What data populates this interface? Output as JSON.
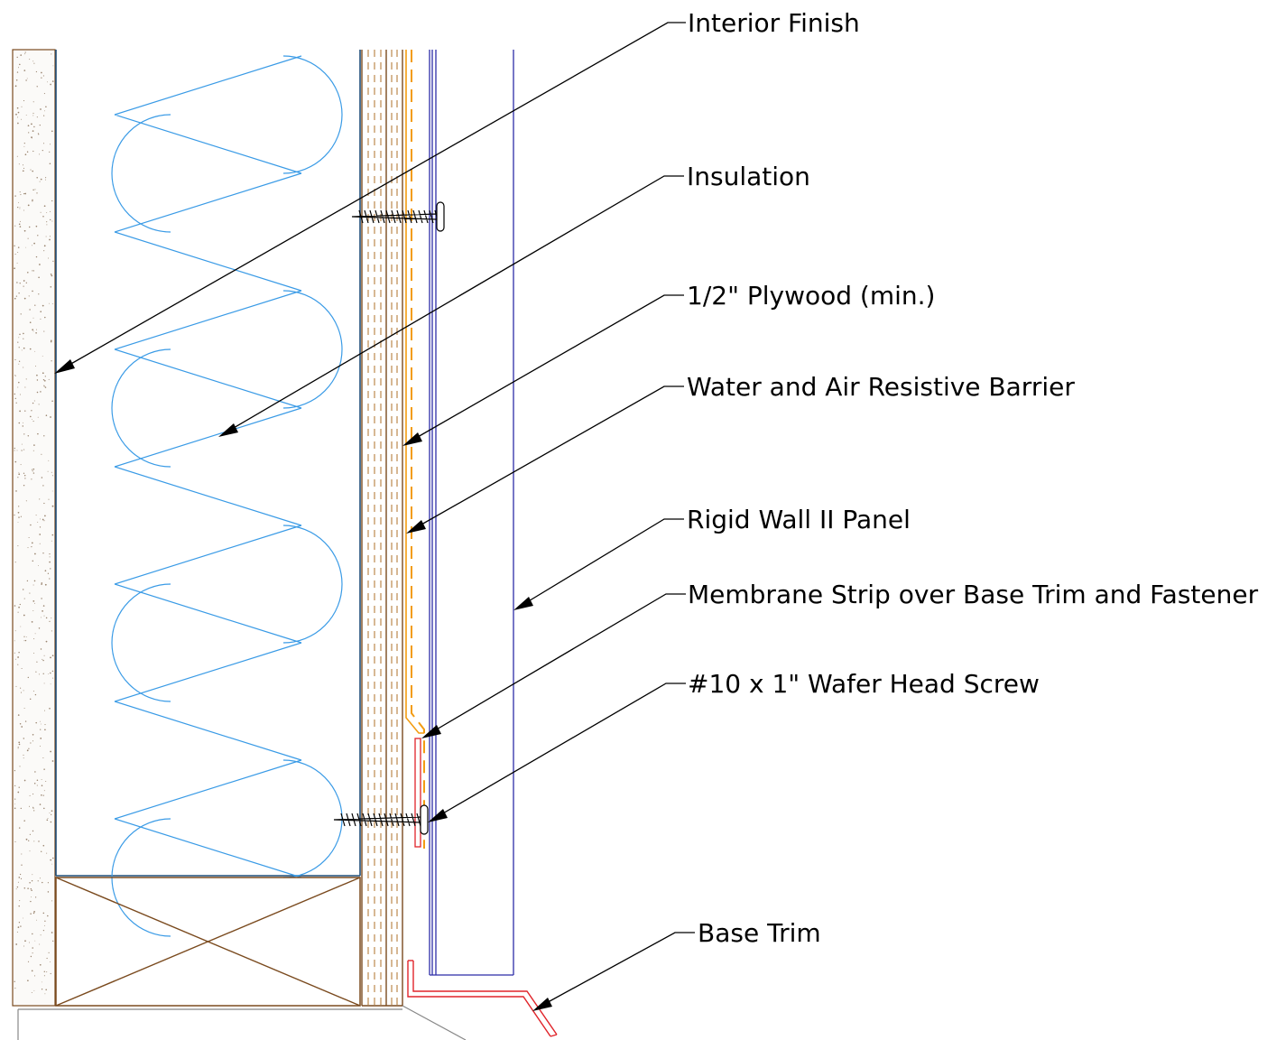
{
  "callouts": {
    "interior_finish": "Interior Finish",
    "insulation": "Insulation",
    "plywood": "1/2\" Plywood (min.)",
    "wrb": "Water and Air Resistive Barrier",
    "panel": "Rigid Wall II Panel",
    "membrane": "Membrane Strip over Base Trim and Fastener",
    "screw": "#10 x 1\" Wafer Head Screw",
    "base_trim": "Base Trim"
  },
  "colors": {
    "insulation": "#3a9be6",
    "stud": "#1f4e79",
    "wood": "#7a4a1e",
    "plywood": "#c69a66",
    "barrier": "#f39c12",
    "panel": "#2c2ca8",
    "trim": "#e0242a"
  }
}
